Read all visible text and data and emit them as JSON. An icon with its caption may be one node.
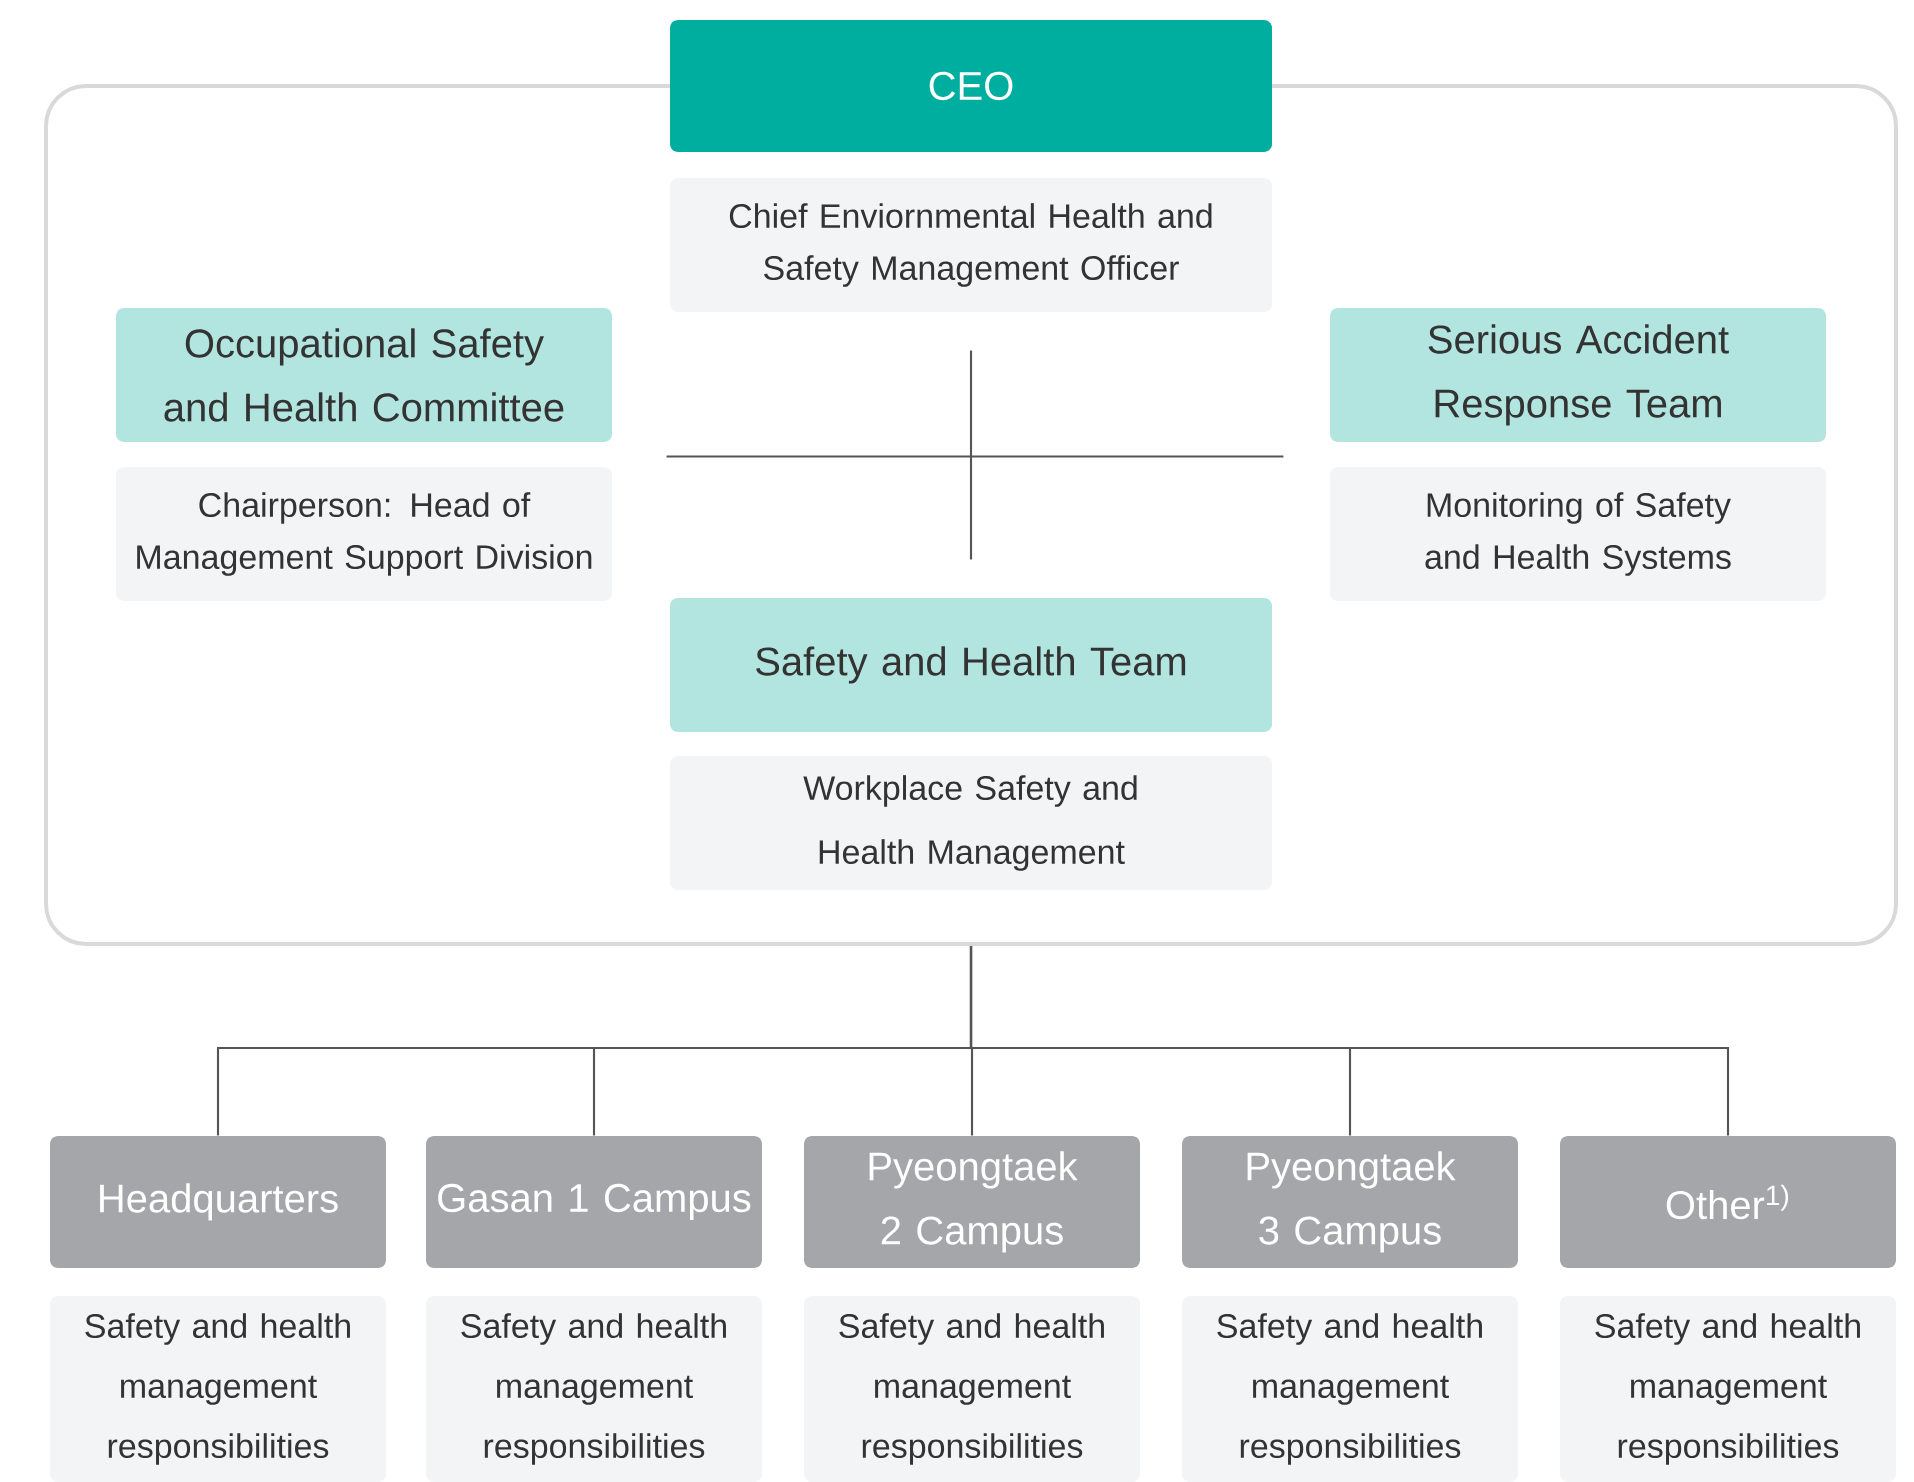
{
  "diagram": {
    "nodes": [
      {
        "text": [],
        "shape": "box"
      },
      {
        "text": [
          "CEO"
        ]
      },
      {
        "text": [
          "Chief Enviornmental Health and Safety Management Officer"
        ],
        "in": 0
      },
      {
        "text": [
          "Occupational Safety and Health Committee"
        ],
        "in": 0
      },
      {
        "text": [
          "Chairperson: Head of Management Support Division"
        ],
        "in": 0
      },
      {
        "text": [
          "Serious Accident Response Team"
        ],
        "in": 0
      },
      {
        "text": [
          "Monitoring of Safety and Health Systems"
        ],
        "in": 0
      },
      {
        "text": [
          "Safety and Health Team"
        ],
        "in": 0
      },
      {
        "text": [
          "Workplace Safety and Health Management"
        ],
        "in": 0
      },
      {
        "text": [
          "Headquarters"
        ]
      },
      {
        "text": [
          "Gasan 1 Campus"
        ]
      },
      {
        "text": [
          "Pyeongtaek 2 Campus"
        ]
      },
      {
        "text": [
          "Pyeongtaek 3 Campus"
        ]
      },
      {
        "text": [
          "Other$^{1)}$"
        ]
      },
      {
        "text": [
          "Safety and health management responsibilities"
        ]
      },
      {
        "text": [
          "Safety and health management responsibilities"
        ]
      },
      {
        "text": [
          "Safety and health management responsibilities"
        ]
      },
      {
        "text": [
          "Safety and health management responsibilities"
        ]
      },
      {
        "text": [
          "Safety and health management responsibilities"
        ]
      }
    ],
    "edges": [
      {
        "from": 2,
        "to": 7,
        "arrow": "none"
      },
      {
        "from": 3,
        "to": 5,
        "arrow": "none"
      },
      {
        "from": 0,
        "to": 9,
        "arrow": "none"
      },
      {
        "from": 0,
        "to": 10,
        "arrow": "none"
      },
      {
        "from": 0,
        "to": 11,
        "arrow": "none"
      },
      {
        "from": 0,
        "to": 12,
        "arrow": "none"
      },
      {
        "from": 0,
        "to": 13,
        "arrow": "none"
      }
    ]
  }
}
